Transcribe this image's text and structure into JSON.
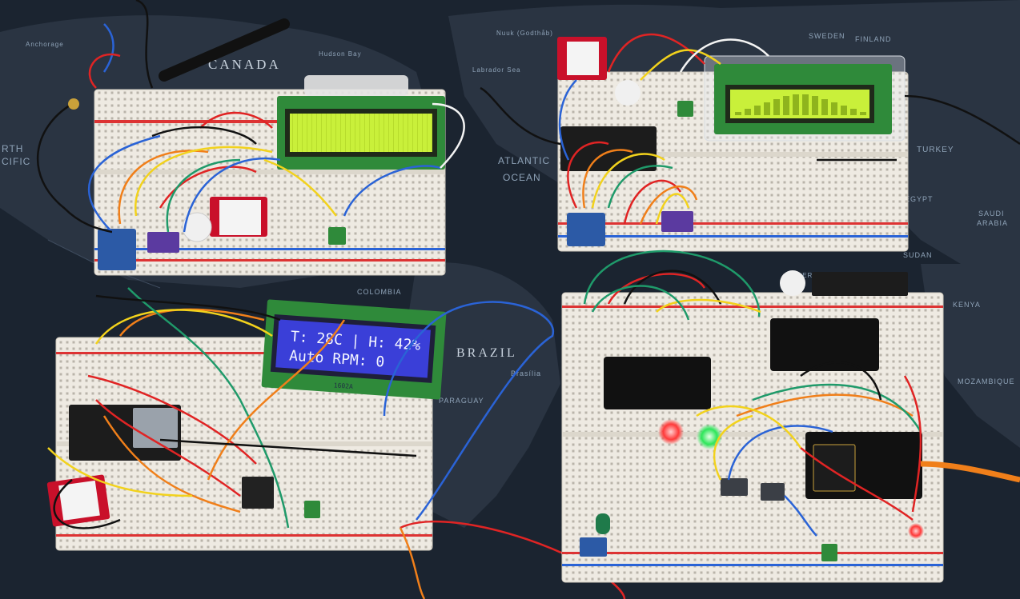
{
  "map": {
    "canada": "CANADA",
    "brazil": "BRAZIL",
    "atlantic": "ATLANTIC",
    "ocean": "OCEAN",
    "turkey": "TURKEY",
    "sweden": "SWEDEN",
    "finland": "FINLAND",
    "egypt": "EGYPT",
    "saudi": "SAUDI",
    "arabia": "ARABIA",
    "sudan": "SUDAN",
    "kenya": "KENYA",
    "mozambique": "MOZAMBIQUE",
    "colombia": "COLOMBIA",
    "brasilia": "Brasília",
    "paraguay": "PARAGUAY",
    "nigeria": "NIGERIA",
    "labrador": "Labrador Sea",
    "hudson": "Hudson Bay",
    "nuuk": "Nuuk (Godthåb)",
    "north": "RTH",
    "pacific": "CIFIC",
    "anchorage": "Anchorage"
  },
  "lcd_bottom_left": {
    "line1": "T: 28C | H: 42%",
    "line2": "Auto RPM: 0",
    "model": "1602A"
  },
  "colors": {
    "background": "#1b2430",
    "breadboard": "#eeeae2",
    "lcd_green": "#c9f03a",
    "lcd_blue": "#3a3fd8",
    "pcb_green": "#2f8a3a",
    "wire_red": "#e02424",
    "wire_orange": "#f07f1a",
    "wire_blue": "#2a63d6",
    "wire_green": "#1f9a6a",
    "wire_yellow": "#f2d21c",
    "wire_black": "#111111",
    "wire_white": "#f4f4f4"
  }
}
